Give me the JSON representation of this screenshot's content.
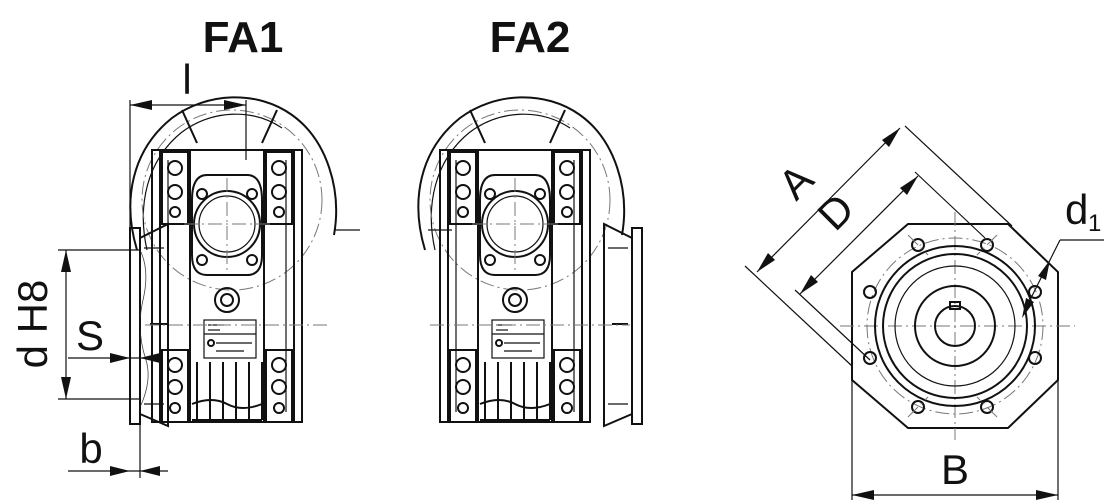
{
  "titles": {
    "fa1": "FA1",
    "fa2": "FA2"
  },
  "dimensions": {
    "l": "l",
    "d_h8": "d H8",
    "s": "S",
    "b": "b",
    "a": "A",
    "d_outer": "D",
    "d1": "d",
    "d1_sub": "1",
    "b_width": "B"
  },
  "colors": {
    "ink": "#111111",
    "centerline": "#777777"
  }
}
